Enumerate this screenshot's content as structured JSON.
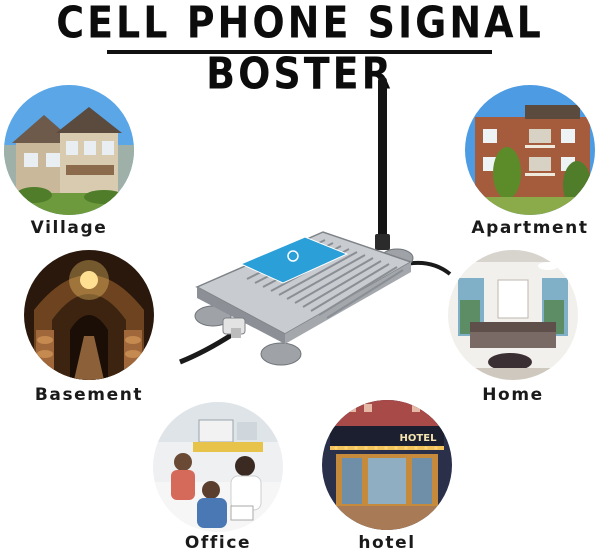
{
  "title": "CELL PHONE SIGNAL BOSTER",
  "locations": {
    "village": "Village",
    "apartment": "Apartment",
    "basement": "Basement",
    "home": "Home",
    "office": "Office",
    "hotel": "hotel"
  },
  "hotel_sign": "HOTEL",
  "colors": {
    "title": "#0c0c0c",
    "label": "#1a1a1a",
    "device_body": "#b4b7bb",
    "device_label": "#2a9fd8"
  }
}
